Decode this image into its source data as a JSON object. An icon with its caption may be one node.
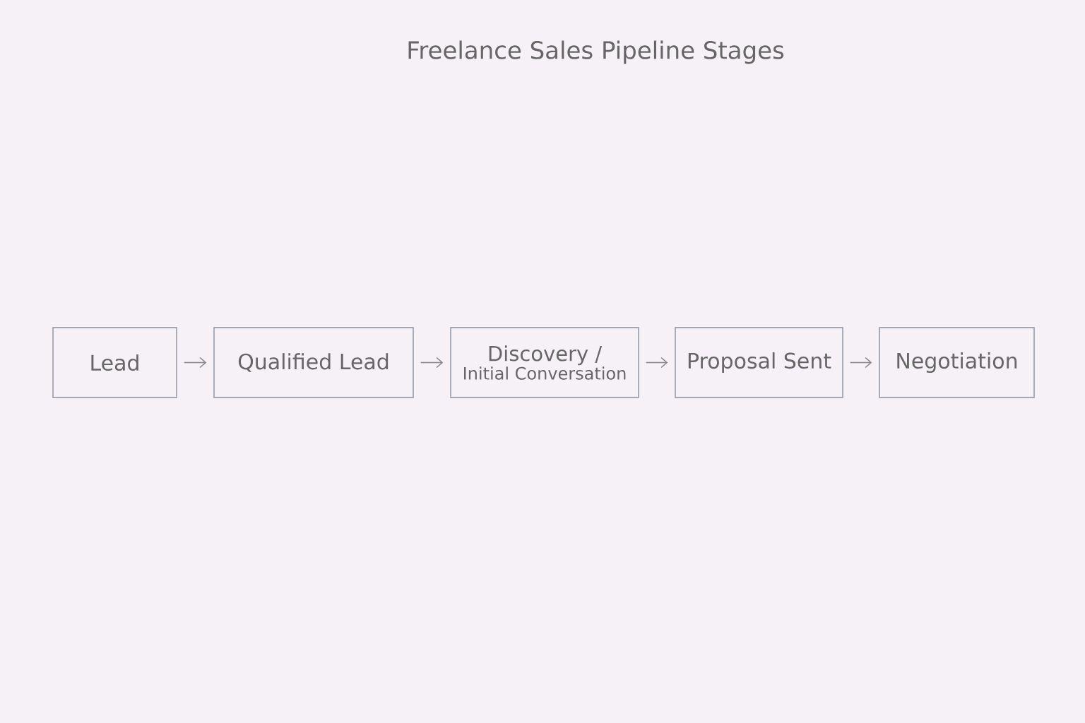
{
  "diagram": {
    "title": "Freelance Sales Pipeline Stages",
    "nodes": [
      {
        "text": [
          "Lead"
        ]
      },
      {
        "text": [
          "Qualified Lead"
        ]
      },
      {
        "text": [
          "Discovery /",
          "Initial Conversation"
        ]
      },
      {
        "text": [
          "Proposal Sent"
        ]
      },
      {
        "text": [
          "Negotiation"
        ]
      }
    ],
    "edges": [
      {
        "from": 0,
        "to": 1,
        "arrow": "to"
      },
      {
        "from": 1,
        "to": 2,
        "arrow": "to"
      },
      {
        "from": 2,
        "to": 3,
        "arrow": "to"
      },
      {
        "from": 3,
        "to": 4,
        "arrow": "to"
      }
    ]
  }
}
